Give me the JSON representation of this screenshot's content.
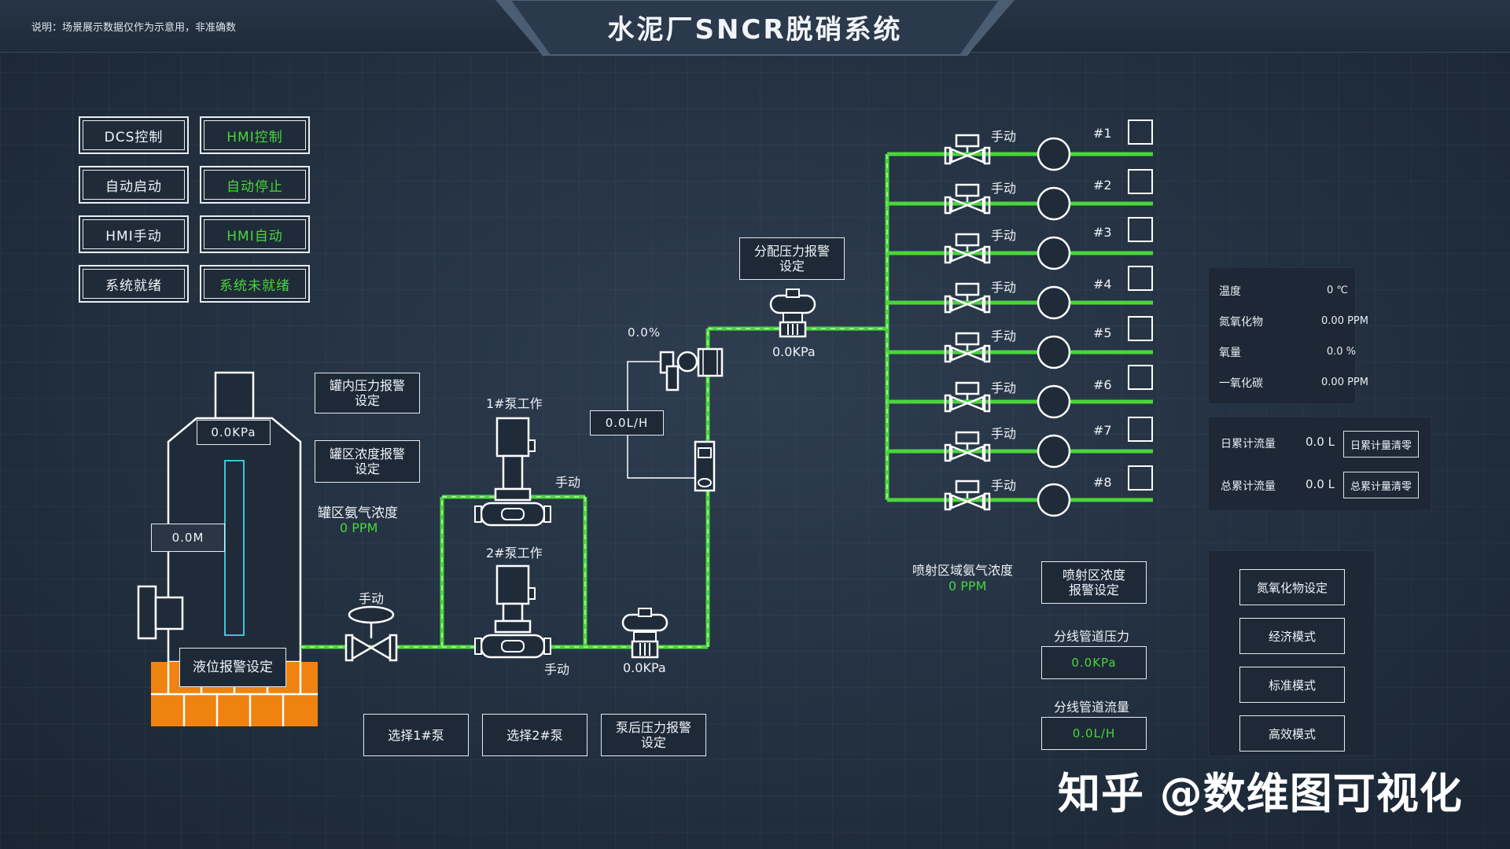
{
  "header": {
    "note": "说明：场景展示数据仅作为示意用，非准确数",
    "title": "水泥厂SNCR脱硝系统"
  },
  "control_buttons": [
    {
      "label": "DCS控制",
      "color": "#f0f4f8"
    },
    {
      "label": "HMI控制",
      "color": "#49d63a"
    },
    {
      "label": "自动启动",
      "color": "#f0f4f8"
    },
    {
      "label": "自动停止",
      "color": "#49d63a"
    },
    {
      "label": "HMI手动",
      "color": "#f0f4f8"
    },
    {
      "label": "HMI自动",
      "color": "#49d63a"
    },
    {
      "label": "系统就绪",
      "color": "#f0f4f8"
    },
    {
      "label": "系统未就绪",
      "color": "#49d63a"
    }
  ],
  "tank": {
    "pressure": "0.0KPa",
    "level": "0.0M",
    "level_alarm_btn": "液位报警设定"
  },
  "alarm_settings": {
    "tank_pressure": "罐内压力报警\n设定",
    "tank_concentration": "罐区浓度报警\n设定",
    "distribution_pressure": "分配压力报警\n设定",
    "pump_outlet_pressure": "泵后压力报警\n设定",
    "spray_concentration": "喷射区浓度\n报警设定"
  },
  "tank_area": {
    "label": "罐区氨气浓度",
    "value": "0 PPM"
  },
  "pumps": {
    "pump1_status": "1#泵工作",
    "pump2_status": "2#泵工作",
    "pump1_mode": "手动",
    "pump2_mode": "手动",
    "inlet_valve_mode": "手动",
    "select_pump1": "选择1#泵",
    "select_pump2": "选择2#泵",
    "outlet_pressure": "0.0KPa"
  },
  "flow": {
    "opening": "0.0%",
    "flowrate": "0.0L/H",
    "distribution_pressure": "0.0KPa"
  },
  "nozzles": [
    {
      "id": "#1",
      "mode": "手动"
    },
    {
      "id": "#2",
      "mode": "手动"
    },
    {
      "id": "#3",
      "mode": "手动"
    },
    {
      "id": "#4",
      "mode": "手动"
    },
    {
      "id": "#5",
      "mode": "手动"
    },
    {
      "id": "#6",
      "mode": "手动"
    },
    {
      "id": "#7",
      "mode": "手动"
    },
    {
      "id": "#8",
      "mode": "手动"
    }
  ],
  "spray_area": {
    "label": "喷射区域氨气浓度",
    "value": "0 PPM",
    "branch_pressure_label": "分线管道压力",
    "branch_pressure_value": "0.0KPa",
    "branch_flow_label": "分线管道流量",
    "branch_flow_value": "0.0L/H"
  },
  "readings": [
    {
      "name": "温度",
      "value": "0 ℃"
    },
    {
      "name": "氮氧化物",
      "value": "0.00 PPM"
    },
    {
      "name": "氧量",
      "value": "0.0 %"
    },
    {
      "name": "一氧化碳",
      "value": "0.00 PPM"
    }
  ],
  "totals": {
    "daily_label": "日累计流量",
    "daily_value": "0.0 L",
    "daily_reset": "日累计量清零",
    "total_label": "总累计流量",
    "total_value": "0.0 L",
    "total_reset": "总累计量清零"
  },
  "modes": [
    "氮氧化物设定",
    "经济模式",
    "标准模式",
    "高效模式"
  ],
  "watermark": "知乎 @数维图可视化",
  "colors": {
    "pipe": "#49d63a",
    "accent_green": "#49d63a",
    "tank_base": "#f0820f",
    "level_gauge": "#3cc6d8"
  }
}
